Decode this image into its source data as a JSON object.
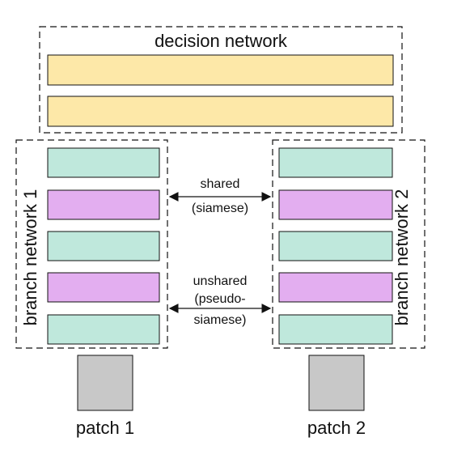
{
  "decision_network": {
    "title": "decision network",
    "layer_colors": [
      "#fde8a8",
      "#fde8a8"
    ]
  },
  "branch_1": {
    "label": "branch network 1",
    "layer_colors": [
      "#bfe8dc",
      "#e3aef0",
      "#bfe8dc",
      "#e3aef0",
      "#bfe8dc"
    ],
    "input_label": "patch 1"
  },
  "branch_2": {
    "label": "branch network 2",
    "layer_colors": [
      "#bfe8dc",
      "#e3aef0",
      "#bfe8dc",
      "#e3aef0",
      "#bfe8dc"
    ],
    "input_label": "patch 2"
  },
  "weight_sharing": {
    "shared": [
      "shared",
      "(siamese)"
    ],
    "unshared": [
      "unshared",
      "(pseudo-",
      "siamese)"
    ]
  },
  "colors": {
    "decision_layer": "#fde8a8",
    "branch_layer_teal": "#bfe8dc",
    "branch_layer_purple": "#e3aef0",
    "patch": "#c8c8c8",
    "stroke": "#111111"
  }
}
